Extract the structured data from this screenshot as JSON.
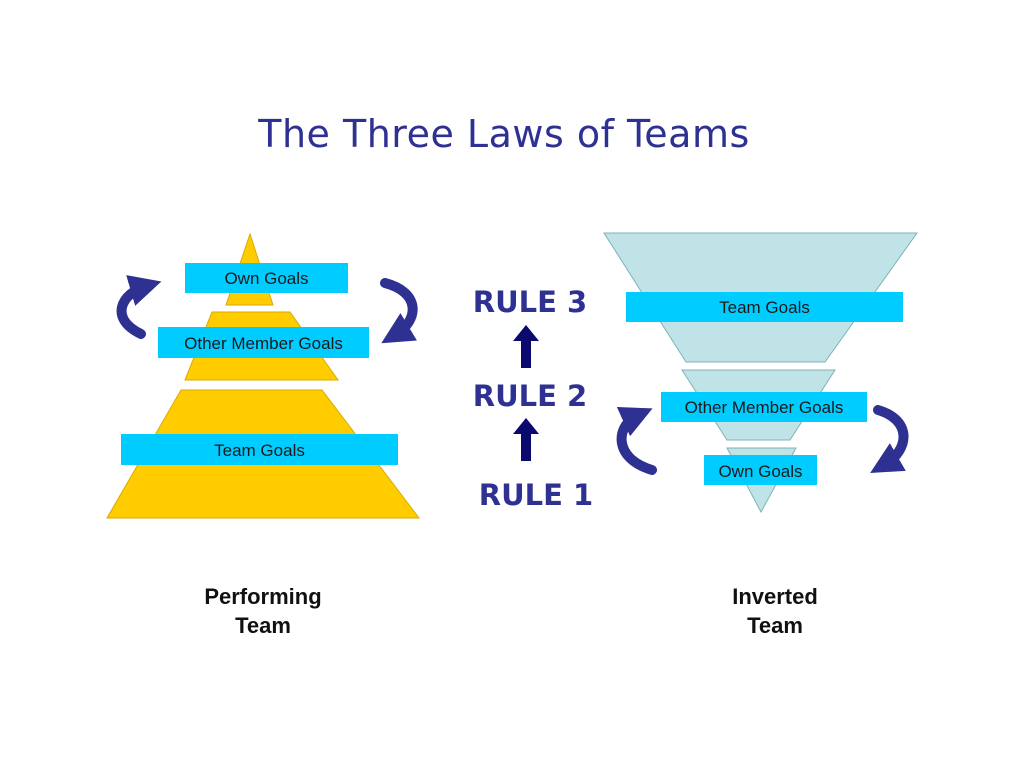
{
  "title": "The Three Laws of Teams",
  "performing": {
    "caption_line1": "Performing",
    "caption_line2": "Team",
    "own_goals": "Own Goals",
    "other_member_goals": "Other Member Goals",
    "team_goals": "Team Goals"
  },
  "rules": {
    "rule3": "RULE 3",
    "rule2": "RULE 2",
    "rule1": "RULE 1"
  },
  "inverted": {
    "caption_line1": "Inverted",
    "caption_line2": "Team",
    "team_goals": "Team Goals",
    "other_member_goals": "Other Member Goals",
    "own_goals": "Own Goals"
  },
  "colors": {
    "pyramid_fill": "#ffcc00",
    "inverted_fill": "#bfe3e6",
    "label_box": "#00ccff",
    "arrow": "#2e3192",
    "rule_arrow": "#0a0a6e"
  }
}
